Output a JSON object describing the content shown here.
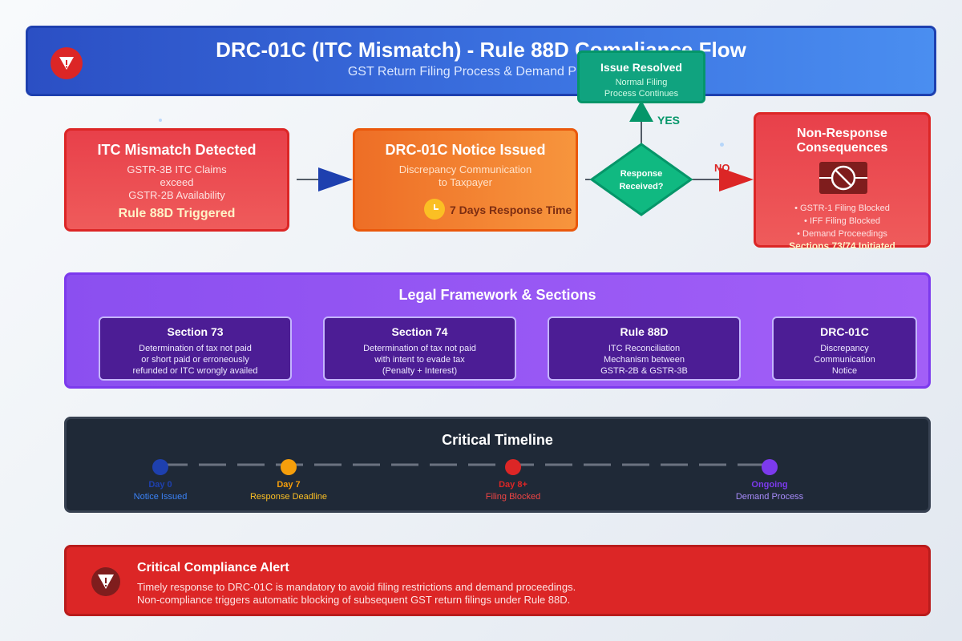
{
  "header": {
    "title": "DRC-01C (ITC Mismatch) - Rule 88D Compliance Flow",
    "subtitle": "GST Return Filing Process & Demand Process",
    "icon": "warning-icon"
  },
  "resolved": {
    "title": "Issue Resolved",
    "line1": "Normal Filing",
    "line2": "Process Continues"
  },
  "detected": {
    "title": "ITC Mismatch Detected",
    "line1": "GSTR-3B ITC Claims",
    "line2": "exceed",
    "line3": "GSTR-2B Availability",
    "trigger": "Rule 88D Triggered"
  },
  "notice": {
    "title": "DRC-01C Notice Issued",
    "line1": "Discrepancy Communication",
    "line2": "to Taxpayer",
    "response_time": "7 Days Response Time",
    "icon": "clock-icon"
  },
  "decision": {
    "line1": "Response",
    "line2": "Received?",
    "yes": "YES",
    "no": "NO"
  },
  "consequences": {
    "title_line1": "Non-Response",
    "title_line2": "Consequences",
    "icon": "blocked-icon",
    "items": [
      "• GSTR-1 Filing Blocked",
      "• IFF Filing Blocked",
      "• Demand Proceedings"
    ],
    "sections": "Sections 73/74 Initiated"
  },
  "legal": {
    "title": "Legal Framework & Sections",
    "cards": [
      {
        "title": "Section 73",
        "lines": [
          "Determination of tax not paid",
          "or short paid or erroneously",
          "refunded or ITC wrongly availed"
        ]
      },
      {
        "title": "Section 74",
        "lines": [
          "Determination of tax not paid",
          "with intent to evade tax",
          "(Penalty + Interest)"
        ]
      },
      {
        "title": "Rule 88D",
        "lines": [
          "ITC Reconciliation",
          "Mechanism between",
          "GSTR-2B & GSTR-3B"
        ]
      },
      {
        "title": "DRC-01C",
        "lines": [
          "Discrepancy",
          "Communication",
          "Notice"
        ]
      }
    ]
  },
  "timeline": {
    "title": "Critical Timeline",
    "points": [
      {
        "day": "Day 0",
        "label": "Notice Issued",
        "color": "#1e40af",
        "text_color": "#3b82f6"
      },
      {
        "day": "Day 7",
        "label": "Response Deadline",
        "color": "#f59e0b",
        "text_color": "#fbbf24"
      },
      {
        "day": "Day 8+",
        "label": "Filing Blocked",
        "color": "#dc2626",
        "text_color": "#ef4444"
      },
      {
        "day": "Ongoing",
        "label": "Demand Process",
        "color": "#7c3aed",
        "text_color": "#a78bfa"
      }
    ]
  },
  "alert": {
    "title": "Critical Compliance Alert",
    "line1": "Timely response to DRC-01C is mandatory to avoid filing restrictions and demand proceedings.",
    "line2": "Non-compliance triggers automatic blocking of subsequent GST return filings under Rule 88D.",
    "icon": "alert-icon"
  },
  "colors": {
    "blue": "#1e40af",
    "red": "#dc2626",
    "orange": "#ea580c",
    "green": "#059669",
    "purple": "#7c3aed",
    "dark": "#1f2937"
  }
}
